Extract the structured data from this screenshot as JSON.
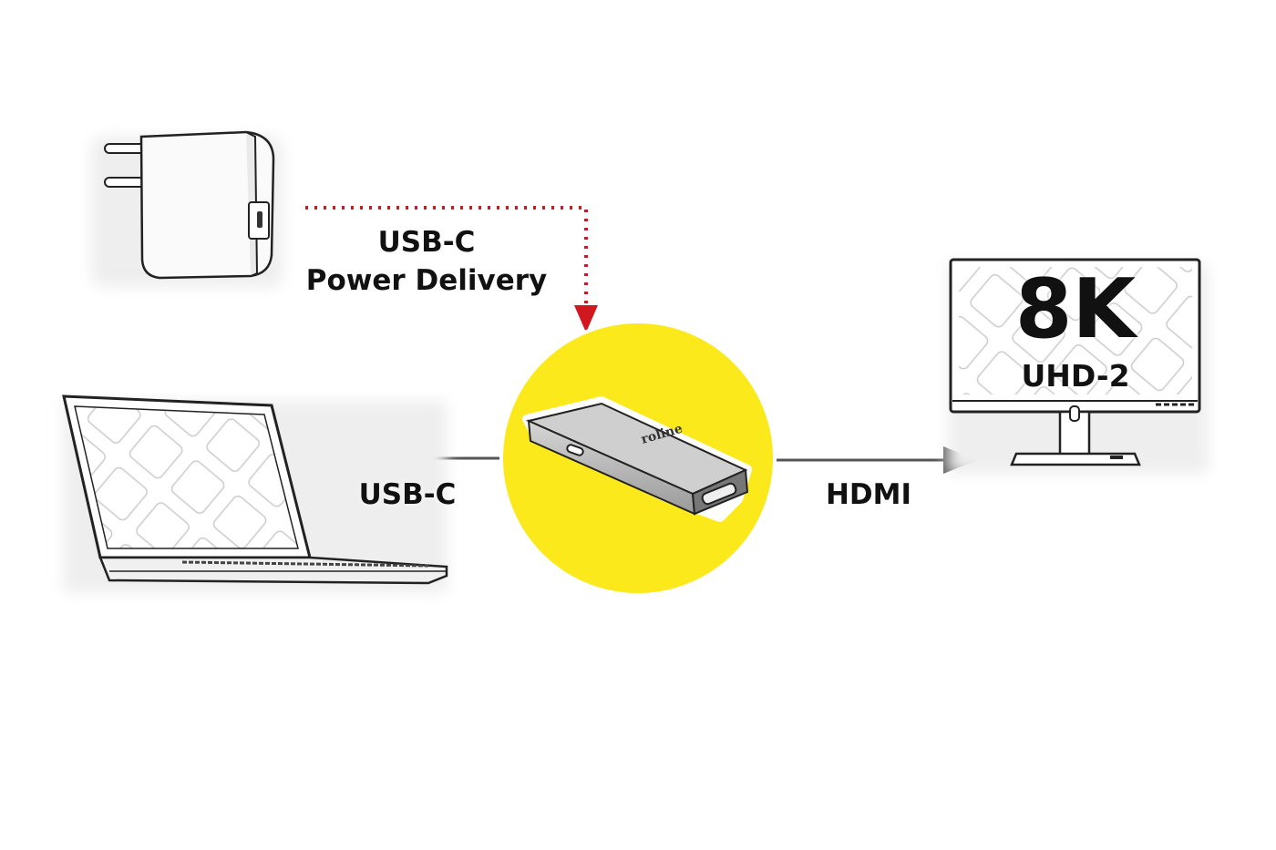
{
  "labels": {
    "power": "USB-C",
    "power_sub": "Power Delivery",
    "input": "USB-C",
    "output": "HDMI"
  },
  "monitor": {
    "resolution": "8K",
    "standard": "UHD-2"
  },
  "adapter": {
    "logo": "roline"
  },
  "colors": {
    "highlight": "#fbe91c",
    "power_line": "#d0181e",
    "line": "#555555"
  }
}
